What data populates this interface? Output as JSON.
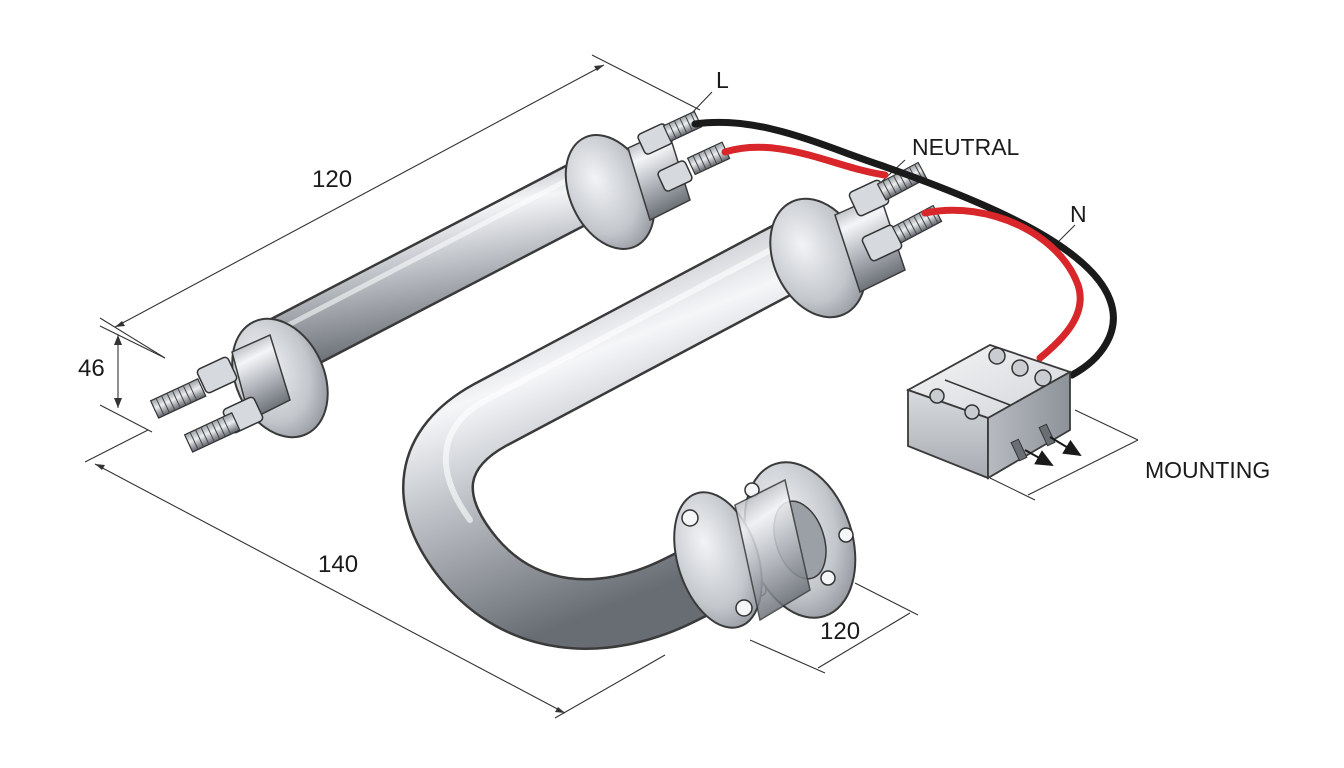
{
  "diagram": {
    "dimensions": {
      "top_length": "120",
      "side_height": "46",
      "bottom_length": "140",
      "flange_length": "120"
    },
    "labels": {
      "line": "L",
      "neutral_full": "NEUTRAL",
      "neutral_short": "N",
      "mounting": "MOUNTING"
    },
    "colors": {
      "metal_light": "#f2f3f5",
      "metal_mid": "#b9bdc3",
      "metal_dark": "#6e737a",
      "wire_live": "#1a1a1a",
      "wire_neutral": "#d8262a",
      "line_color": "#333333"
    }
  }
}
